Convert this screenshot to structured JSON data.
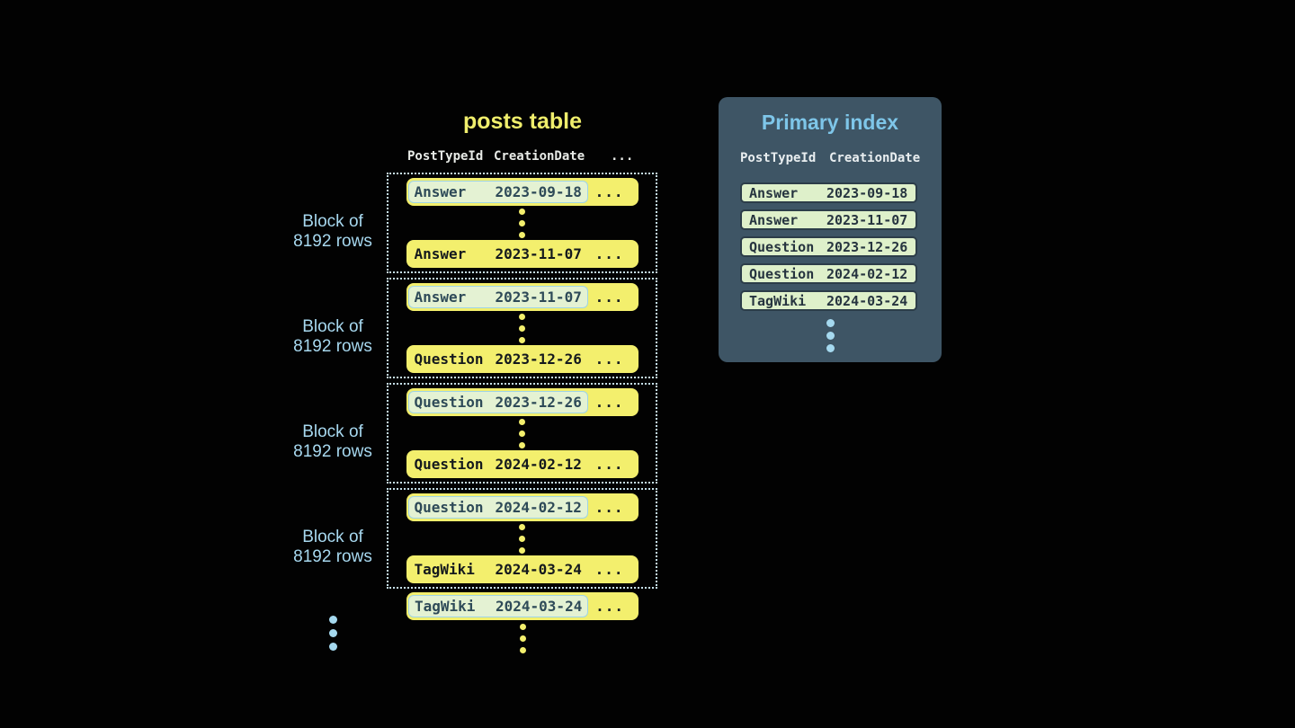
{
  "posts_table": {
    "title": "posts table",
    "headers": [
      "PostTypeId",
      "CreationDate",
      "..."
    ],
    "block_label_line1": "Block of",
    "block_label_line2": "8192 rows",
    "ellipsis": "...",
    "blocks": [
      {
        "first": {
          "type": "Answer",
          "date": "2023-09-18"
        },
        "last": {
          "type": "Answer",
          "date": "2023-11-07"
        }
      },
      {
        "first": {
          "type": "Answer",
          "date": "2023-11-07"
        },
        "last": {
          "type": "Question",
          "date": "2023-12-26"
        }
      },
      {
        "first": {
          "type": "Question",
          "date": "2023-12-26"
        },
        "last": {
          "type": "Question",
          "date": "2024-02-12"
        }
      },
      {
        "first": {
          "type": "Question",
          "date": "2024-02-12"
        },
        "last": {
          "type": "TagWiki",
          "date": "2024-03-24"
        }
      }
    ],
    "trailing_row": {
      "type": "TagWiki",
      "date": "2024-03-24"
    }
  },
  "primary_index": {
    "title": "Primary index",
    "headers": [
      "PostTypeId",
      "CreationDate"
    ],
    "rows": [
      {
        "type": "Answer",
        "date": "2023-09-18"
      },
      {
        "type": "Answer",
        "date": "2023-11-07"
      },
      {
        "type": "Question",
        "date": "2023-12-26"
      },
      {
        "type": "Question",
        "date": "2024-02-12"
      },
      {
        "type": "TagWiki",
        "date": "2024-03-24"
      }
    ]
  },
  "colors": {
    "background": "#020202",
    "row_yellow": "#f3ef6d",
    "highlight_green": "#e4f2d3",
    "highlight_border_blue": "#9fd4e6",
    "block_border_dotted": "#c5e0ea",
    "label_light_blue": "#a7d8ef",
    "panel_slate": "#3e5565",
    "panel_title_blue": "#7ec6e9",
    "index_pill_green": "#def0ca",
    "index_pill_border": "#2c3d49",
    "header_text": "#e8ebe7"
  }
}
